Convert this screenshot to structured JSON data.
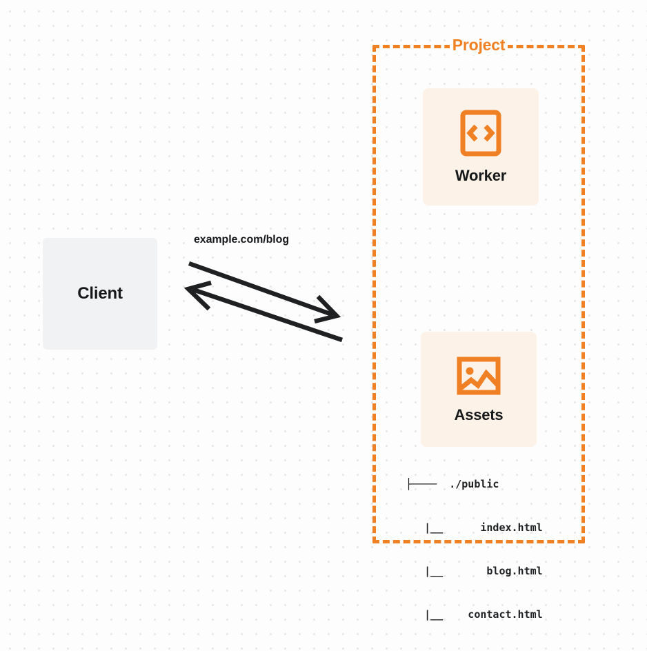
{
  "diagram": {
    "background": {
      "color": "#fdfdfd",
      "dot_color": "#e8e8e8",
      "pattern": "dot-grid"
    },
    "client": {
      "label": "Client",
      "fill": "#f1f2f4",
      "text_color": "#17181a"
    },
    "connection": {
      "label": "example.com/blog",
      "stroke": "#1e2022",
      "request_direction": "client-to-project",
      "response_direction": "project-to-client"
    },
    "project": {
      "title": "Project",
      "border_color": "#ef8023",
      "border_style": "dashed",
      "services": [
        {
          "id": "worker",
          "label": "Worker",
          "icon": "code-brackets-icon",
          "fill": "#fdf2e8",
          "icon_color": "#ef8023"
        },
        {
          "id": "assets",
          "label": "Assets",
          "icon": "image-icon",
          "fill": "#fdf2e8",
          "icon_color": "#ef8023"
        }
      ],
      "file_tree": {
        "lines": [
          "├────  ./public",
          "   |__      index.html",
          "   |__       blog.html",
          "   |__    contact.html"
        ],
        "text_color": "#1e2022"
      }
    }
  }
}
